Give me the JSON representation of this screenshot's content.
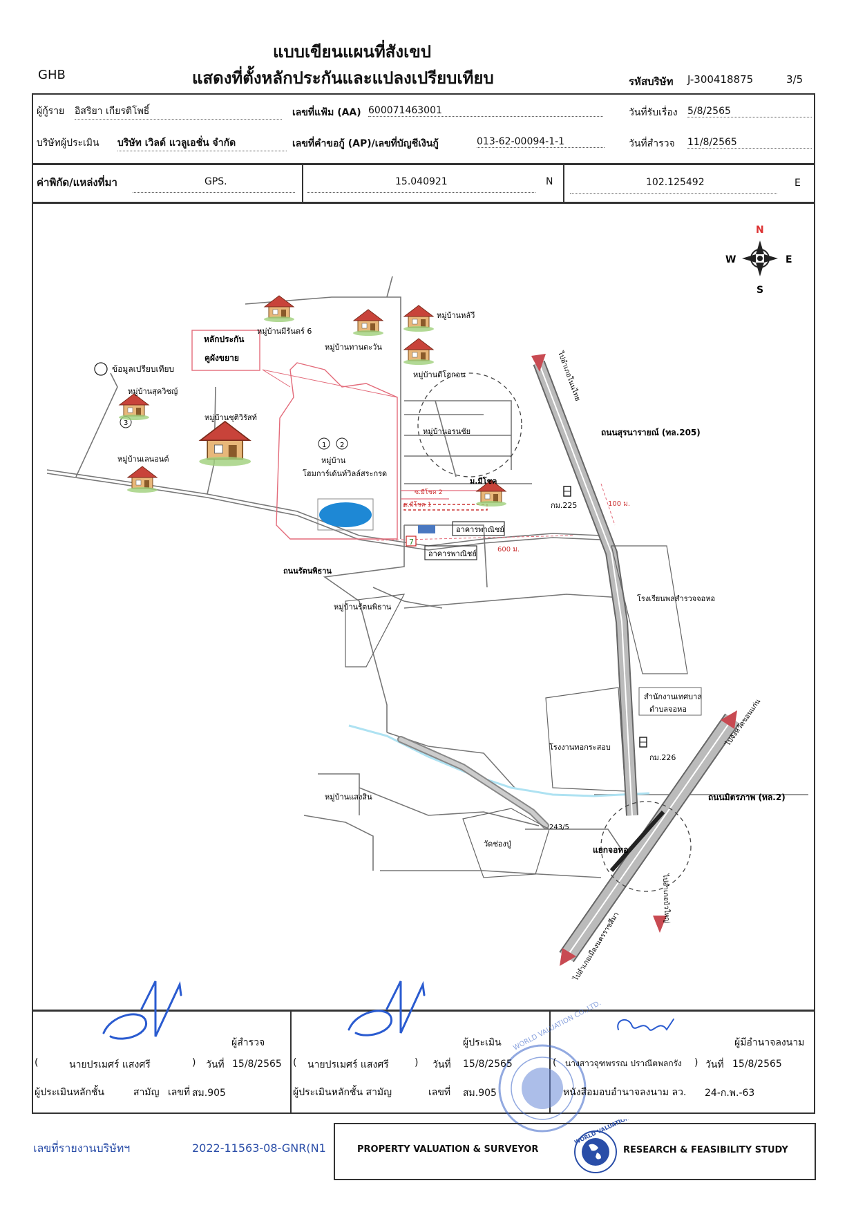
{
  "header": {
    "org": "GHB",
    "title_line1": "แบบเขียนแผนที่สังเขป",
    "title_line2": "แสดงที่ตั้งหลักประกันและแปลงเปรียบเทียบ",
    "company_code_label": "รหัสบริษัท",
    "company_code": "J-300418875",
    "page": "3/5"
  },
  "info": {
    "borrower_label": "ผู้กู้ราย",
    "borrower": "อิสริยา เกียรติโพธิ์",
    "file_no_label": "เลขที่แฟ้ม (AA)",
    "file_no": "600071463001",
    "received_label": "วันที่รับเรื่อง",
    "received": "5/8/2565",
    "appraiser_company_label": "บริษัทผู้ประเมิน",
    "appraiser_company": "บริษัท เวิลด์ แวลูเอชั่น จำกัด",
    "loan_no_label": "เลขที่คำขอกู้ (AP)/เลขที่บัญชีเงินกู้",
    "loan_no": "013-62-00094-1-1",
    "survey_date_label": "วันที่สำรวจ",
    "survey_date": "11/8/2565"
  },
  "coords": {
    "label": "ค่าพิกัด/แหล่งที่มา",
    "source": "GPS.",
    "lat": "15.040921",
    "lat_dir": "N",
    "lon": "102.125492",
    "lon_dir": "E"
  },
  "map": {
    "compass": {
      "n": "N",
      "s": "S",
      "e": "E",
      "w": "W"
    },
    "collateral_label_1": "หลักประกัน",
    "collateral_label_2": "คูผังขยาย",
    "compare_legend": "ข้อมูลเปรียบเทียบ",
    "villages": {
      "v_sukwit": "หมู่บ้านสุควิชญ์",
      "v_somsri": "หมู่บ้านชุติวิรัสท์",
      "v_lane": "หมู่บ้านเลนอนต์",
      "v_mon": "หมู่บ้านมีรันตร์ 6",
      "v_tawan": "หมู่บ้านทานตะวัน",
      "v_hathai": "หมู่บ้านหลัวี",
      "v_dee": "หมู่บ้านดีโฮกอน",
      "v_ornchai": "หมู่บ้านอรนชัย",
      "v_main_1": "หมู่บ้าน",
      "v_main_2": "โฮมการ์เด้นท์วิลล์สระกรด",
      "v_rattana": "หมู่บ้านรัตนพิธาน",
      "v_songsin": "หมู่บ้านแสงสิน"
    },
    "roads": {
      "suranarai": "ถนนสุรนารายณ์ (ทล.205)",
      "mittraphap": "ถนนมิตรภาพ (ทล.2)",
      "rattanapithan": "ถนนรัตนพิธาน",
      "to_yasothon": "ไปอำเภอโนนไทย",
      "to_bua_yai": "ไปอำเภอบัวใหญ่",
      "to_korat": "ไปอำเภอเมืองนครราชสีมา",
      "to_khonkaen": "ไปจังหวัดขอนแก่น"
    },
    "places": {
      "km225": "กม.225",
      "km226": "กม.226",
      "dist_100": "100 ม.",
      "dist_600": "600 ม.",
      "bldg1": "อาคารพาณิชย์",
      "bldg2": "อาคารพาณิชย์",
      "school": "โรงเรียนพลสำรวจจอหอ",
      "office1": "สำนักงานเทศบาล",
      "office2": "ตำบลจอหอ",
      "factory": "โรงงานทอกระสอบ",
      "temple": "วัดช่องปู่",
      "junction": "แยกจอหอ",
      "mchok": "ม.มีโชค",
      "soi1": "ซ.มีโชค 1",
      "soi2": "ซ.มีโชค 2",
      "no243": "243/5",
      "n1": "1",
      "n2": "2",
      "n3": "3",
      "seven": "7"
    }
  },
  "signatures": {
    "surveyor_role": "ผู้สำรวจ",
    "surveyor_name": "นายปรเมศร์ แสงศรี",
    "surveyor_date_label": "วันที่",
    "surveyor_date": "15/8/2565",
    "surveyor_rank_label": "ผู้ประเมินหลักชั้น",
    "surveyor_rank": "สามัญ",
    "surveyor_no_label": "เลขที่",
    "surveyor_no": "สม.905",
    "appraiser_role": "ผู้ประเมิน",
    "appraiser_name": "นายปรเมศร์ แสงศรี",
    "appraiser_date_label": "วันที่",
    "appraiser_date": "15/8/2565",
    "appraiser_rank_label": "ผู้ประเมินหลักชั้น สามัญ",
    "appraiser_no_label": "เลขที่",
    "appraiser_no": "สม.905",
    "signer_role": "ผู้มีอำนาจลงนาม",
    "signer_name": "นางสาวจุฑพรรณ ปราณีตพลกรัง",
    "signer_date_label": "วันที่",
    "signer_date": "15/8/2565",
    "signer_auth_label": "หนังสือมอบอำนาจลงนาม ลว.",
    "signer_auth_date": "24-ก.พ.-63",
    "paren_open": "(",
    "paren_close": ")",
    "stamp_text": "WORLD VALUATION CO.,LTD."
  },
  "footer": {
    "report_no_label": "เลขที่รายงานบริษัทฯ",
    "report_no": "2022-11563-08-GNR(N1",
    "left_service": "PROPERTY VALUATION & SURVEYOR",
    "right_service": "RESEARCH & FEASIBILITY STUDY",
    "logo_text": "WORLD VALUATION"
  }
}
